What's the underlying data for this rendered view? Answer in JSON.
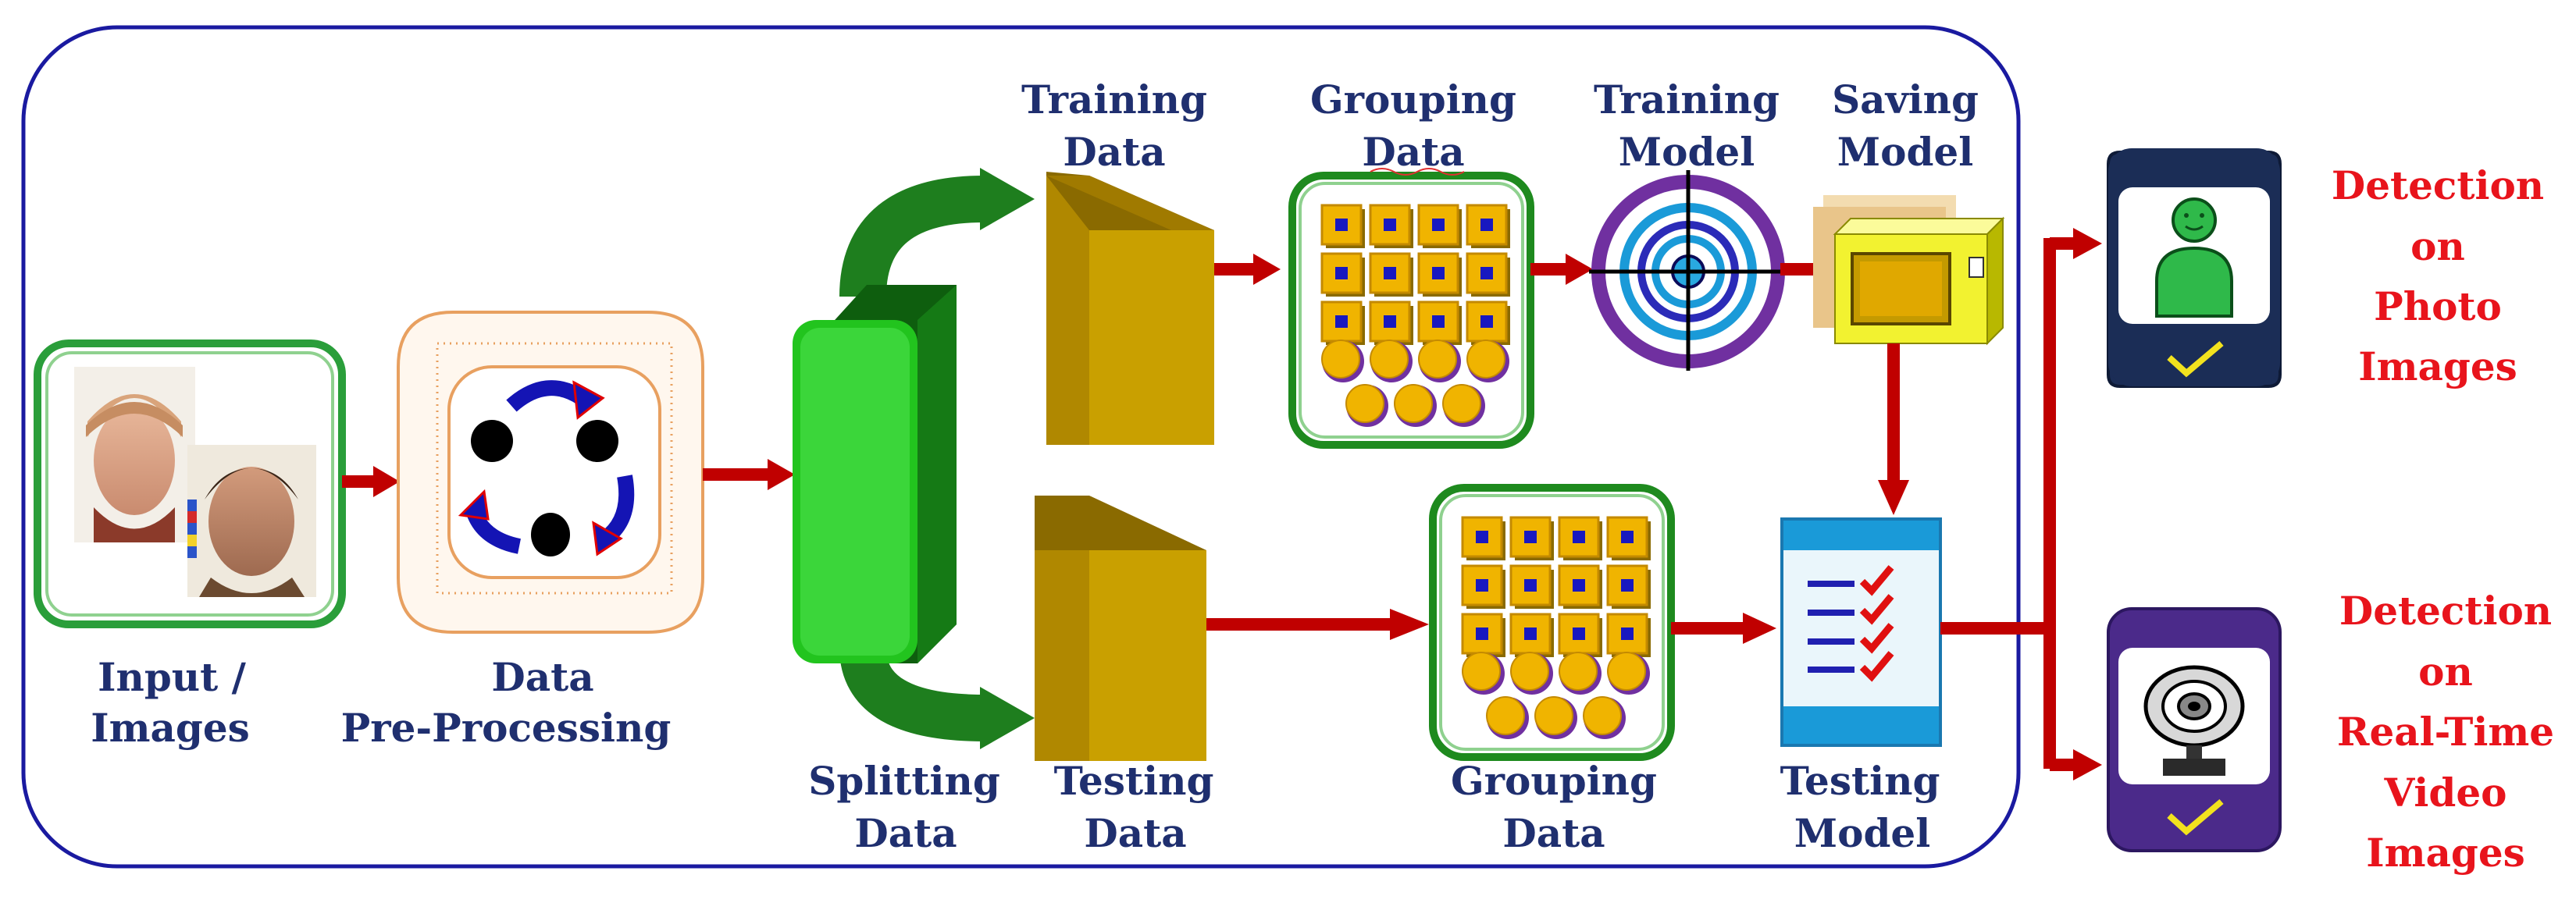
{
  "labels": {
    "input_l1": "Input /",
    "input_l2": "Images",
    "pre_l1": "Data",
    "pre_l2": "Pre-Processing",
    "split_l1": "Splitting",
    "split_l2": "Data",
    "train_l1": "Training",
    "train_l2": "Data",
    "test_l1": "Testing",
    "test_l2": "Data",
    "group_top_l1": "Grouping",
    "group_top_l2": "Data",
    "group_bot_l1": "Grouping",
    "group_bot_l2": "Data",
    "train_model_l1": "Training",
    "train_model_l2": "Model",
    "save_model_l1": "Saving",
    "save_model_l2": "Model",
    "test_model_l1": "Testing",
    "test_model_l2": "Model"
  },
  "outputs": {
    "photo": [
      "Detection",
      "on",
      "Photo",
      "Images"
    ],
    "video": [
      "Detection",
      "on",
      "Real-Time",
      "Video",
      "Images"
    ]
  },
  "colors": {
    "frame": "#1a1aa0",
    "arrow": "#c00000",
    "label": "#1f2f6f",
    "output_text": "#e8141c",
    "splitter": "#22c41e",
    "data_block": "#c49a00",
    "grid_square": "#f0b400",
    "grid_circle": "#f0b400",
    "grid_frame": "#1e8a1e",
    "target_ring": "#7030a0",
    "photo_panel": "#1b2d56",
    "video_panel": "#4b2a8a"
  },
  "icons": {
    "input": "face-photos-icon",
    "preprocess": "cycle-arrows-icon",
    "splitter": "green-split-block-icon",
    "data_block": "data-cube-icon",
    "grouping": "grouping-grid-icon",
    "training": "target-icon",
    "saving": "save-box-icon",
    "testing": "checklist-icon",
    "photo": "person-icon",
    "video": "webcam-icon",
    "check": "checkmark-icon"
  }
}
